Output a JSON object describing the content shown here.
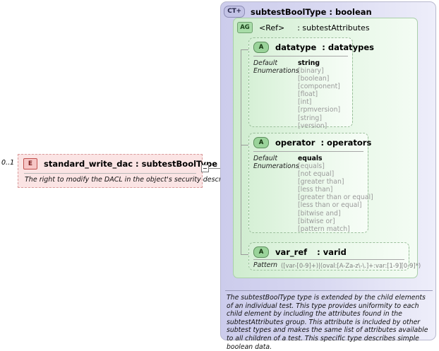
{
  "element": {
    "cardinality": "0..1",
    "icon": "element-icon",
    "icon_label": "E",
    "title": "standard_write_dac : subtestBoolType",
    "documentation": "The right to modify the DACL in the object's security descriptor."
  },
  "complex_type": {
    "icon": "complextype-expand-icon",
    "icon_label": "CT+",
    "title": "subtestBoolType : boolean",
    "documentation": "The subtestBoolType type is extended by the child elements of an individual test.  This type provides uniformity to each child element by including the attributes found in the subtestAttributes group.  This attribute is included by other subtest types and makes the same list of attributes available to all children of a test.  This specific type describes simple boolean data."
  },
  "attribute_group": {
    "icon": "attributegroup-icon",
    "icon_label": "AG",
    "ref": "<Ref>",
    "type": ": subtestAttributes"
  },
  "attributes": [
    {
      "icon": "attribute-icon",
      "icon_label": "A",
      "name": "datatype",
      "type": ": datatypes",
      "facets": [
        {
          "label": "Default",
          "value": "string"
        },
        {
          "label": "Enumerations",
          "values": [
            "[binary]",
            "[boolean]",
            "[component]",
            "[float]",
            "[int]",
            "[rpmversion]",
            "[string]",
            "[version]"
          ]
        }
      ]
    },
    {
      "icon": "attribute-icon",
      "icon_label": "A",
      "name": "operator",
      "type": ": operators",
      "facets": [
        {
          "label": "Default",
          "value": "equals"
        },
        {
          "label": "Enumerations",
          "values": [
            "[equals]",
            "[not equal]",
            "[greater than]",
            "[less than]",
            "[greater than or equal]",
            "[less than or equal]",
            "[bitwise and]",
            "[bitwise or]",
            "[pattern match]"
          ]
        }
      ]
    },
    {
      "icon": "attribute-icon",
      "icon_label": "A",
      "name": "var_ref",
      "type": ": varid",
      "facets": [
        {
          "label": "Pattern",
          "value": "([var-[0-9]+)|(oval:[A-Za-z\\-\\.]+:var:[1-9][0-9]*)"
        }
      ]
    }
  ],
  "colors": {
    "element_fill": "#fbe4e4",
    "element_border": "#d99b9b",
    "complextype_fill": "#d6d6f0",
    "attributegroup_fill": "#e2f5e2",
    "attribute_fill": "#e9f8e9"
  }
}
